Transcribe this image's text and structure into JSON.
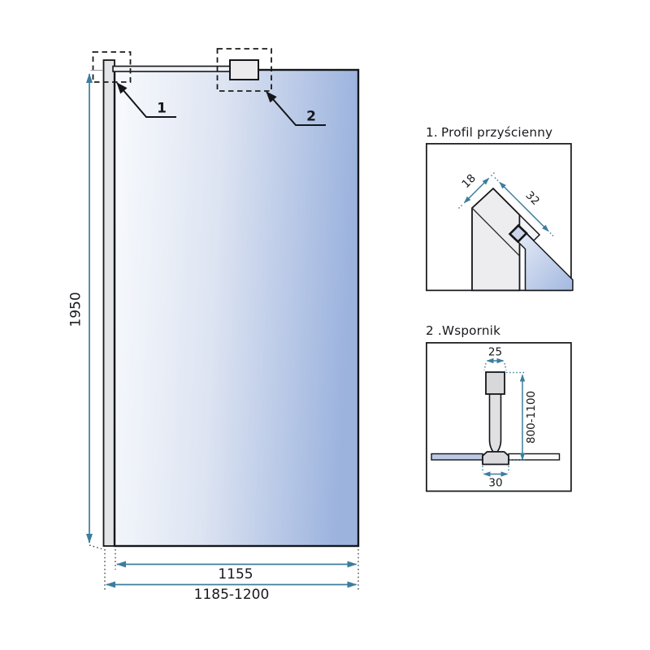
{
  "main_drawing": {
    "callout_1": "1",
    "callout_2": "2",
    "dim_height": "1950",
    "dim_glass_width": "1155",
    "dim_total_width": "1185-1200"
  },
  "detail_1": {
    "number": "1.",
    "name": "Profil przyścienny",
    "dim_depth": "18",
    "dim_width": "32"
  },
  "detail_2": {
    "number": "2 .",
    "name": "Wspornik",
    "dim_cap_width": "25",
    "dim_height_range": "800-1100",
    "dim_clamp_width": "30"
  },
  "colors": {
    "dimension": "#3d7d9c",
    "outline": "#14161a",
    "glass_light": "#f8fafd",
    "glass_mid": "#dde4f2",
    "glass_dark": "#9cb3de",
    "section_glass_light": "#eef2fa",
    "section_glass_dark": "#a3b8e0",
    "profile_fill": "#e8e9ec",
    "bar_blue": "#bdc9e5"
  }
}
